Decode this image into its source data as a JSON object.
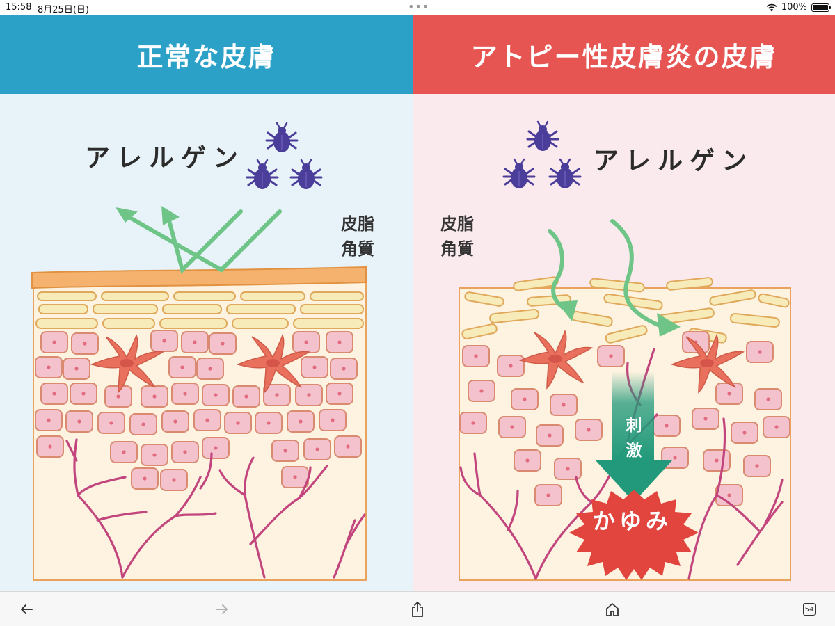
{
  "status_bar": {
    "time": "15:58",
    "date": "8月25日(日)",
    "battery_percent": "100%",
    "icons": [
      "wifi-icon",
      "battery-icon"
    ]
  },
  "figure": {
    "left": {
      "title": "正常な皮膚",
      "allergen_label": "アレルゲン",
      "sebum_label": "皮脂",
      "keratin_label": "角質",
      "header_color": "#2ba1c8",
      "background_color": "#e8f3f9"
    },
    "right": {
      "title": "アトピー性皮膚炎の皮膚",
      "allergen_label": "アレルゲン",
      "sebum_label": "皮脂",
      "keratin_label": "角質",
      "stimulus_char1": "刺",
      "stimulus_char2": "激",
      "itch_label": "かゆみ",
      "header_color": "#e75553",
      "background_color": "#fbeaed"
    },
    "colors": {
      "mite": "#4b3d9a",
      "arrow_green": "#6fc487",
      "sebum_orange": "#f4b26e",
      "corneocyte_yellow": "#f7ebb9",
      "cell_pink": "#f4c2cd",
      "langerhans_cell": "#e8705d",
      "nerve": "#c2457d",
      "itch_burst": "#e2443e",
      "stimulus_arrow": "#21997a"
    }
  },
  "browser_toolbar": {
    "back_icon": "back-arrow-icon",
    "forward_icon": "forward-arrow-icon",
    "share_icon": "share-icon",
    "home_icon": "home-icon",
    "tab_count": "54"
  }
}
